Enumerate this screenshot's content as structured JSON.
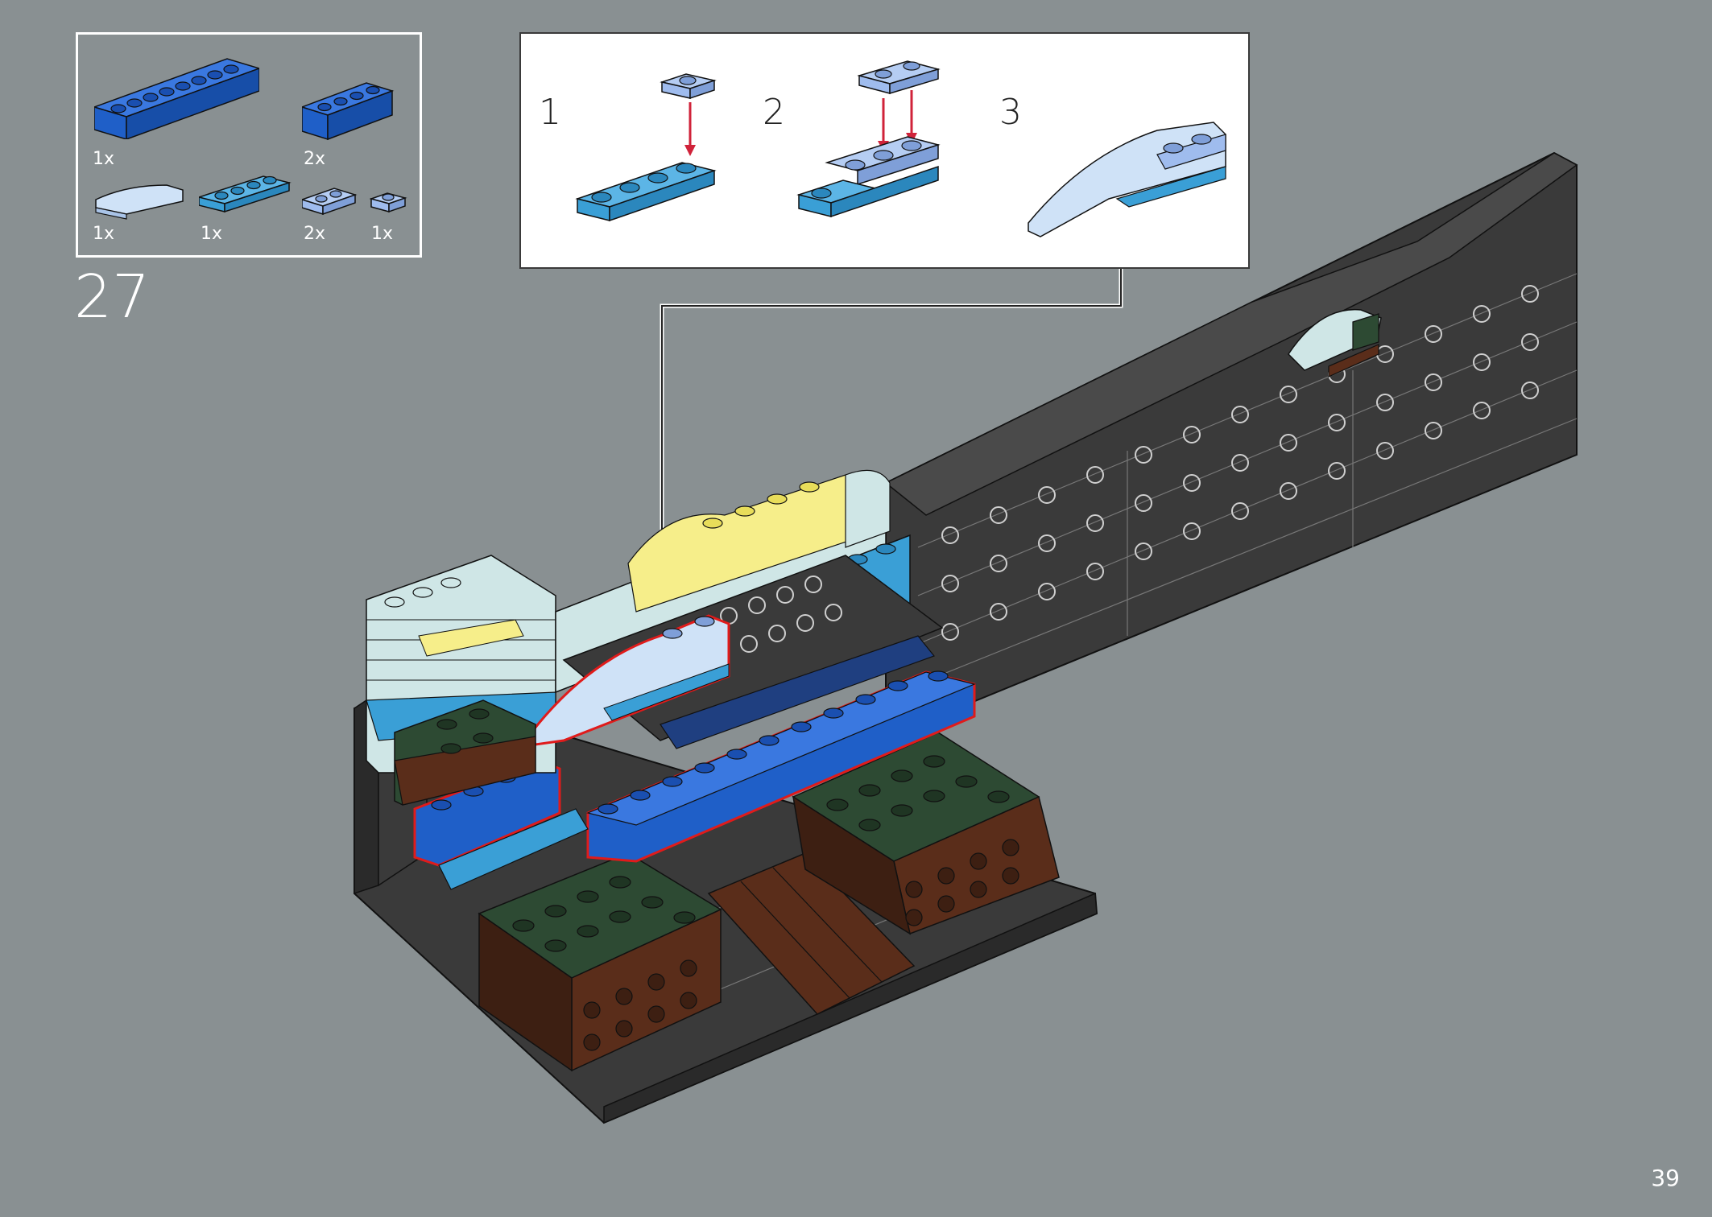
{
  "parts_list": [
    {
      "name": "blue-brick-1x8",
      "qty": "1x",
      "color": "#1f5fc8"
    },
    {
      "name": "blue-brick-1x4",
      "qty": "2x",
      "color": "#1f5fc8"
    },
    {
      "name": "light-blue-curved-slope",
      "qty": "1x",
      "color": "#cfe2f7"
    },
    {
      "name": "medium-azure-plate-1x4",
      "qty": "1x",
      "color": "#3a9fd6"
    },
    {
      "name": "bright-light-blue-plate-1x2",
      "qty": "2x",
      "color": "#9fbcee"
    },
    {
      "name": "bright-light-blue-plate-1x1",
      "qty": "1x",
      "color": "#9fbcee"
    }
  ],
  "step": {
    "number": "27"
  },
  "substeps": [
    {
      "label": "1"
    },
    {
      "label": "2"
    },
    {
      "label": "3"
    }
  ],
  "page": {
    "number": "39"
  },
  "colors": {
    "background": "#899092",
    "highlight": "#e01b1b",
    "arrow": "#d0233a",
    "dark_gray": "#3a3a3a",
    "dark_green": "#2d4a33",
    "reddish_brown": "#5a2d1a"
  }
}
